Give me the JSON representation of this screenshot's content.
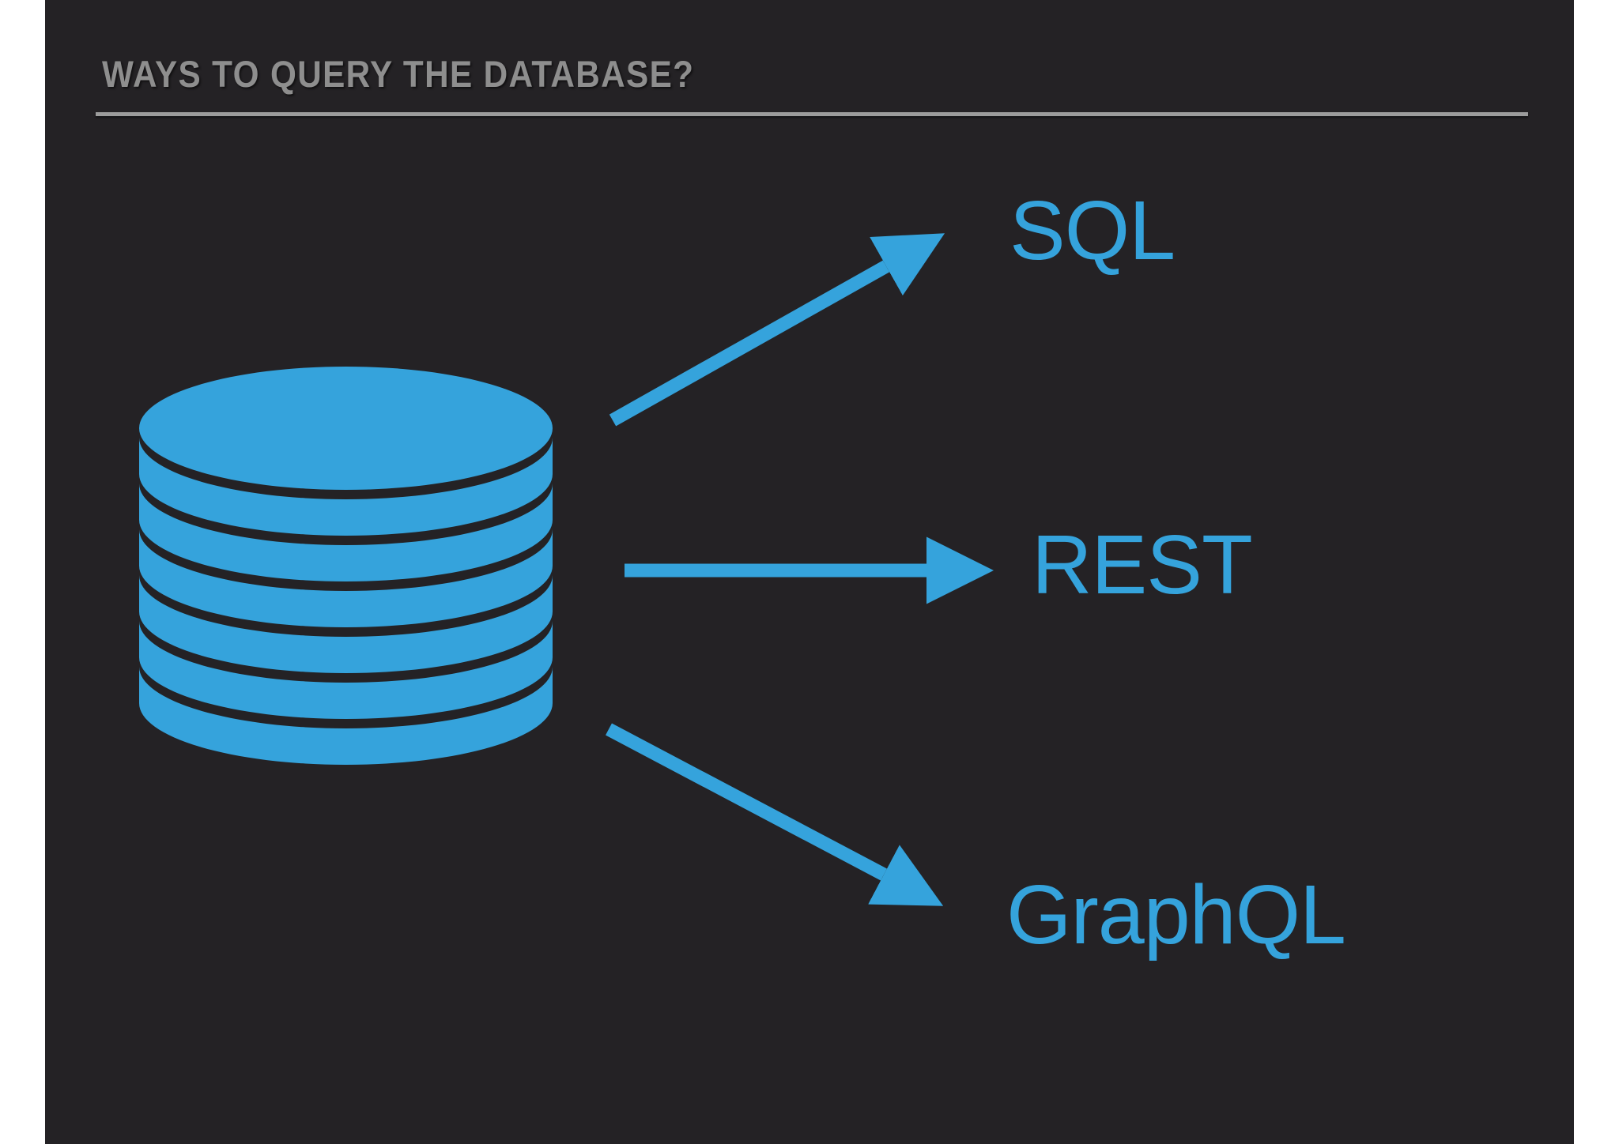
{
  "slide": {
    "title": "WAYS TO QUERY THE DATABASE?",
    "colors": {
      "page_margin": "#ffffff",
      "slide_background": "#242225",
      "accent_blue": "#35a3dc",
      "title_gray": "#8e8e8e",
      "rule_gray": "#9c9c9c"
    },
    "diagram": {
      "source": {
        "icon": "database-cylinder-icon",
        "meaning": "database"
      },
      "targets": [
        {
          "label": "SQL",
          "arrow_direction": "up-right"
        },
        {
          "label": "REST",
          "arrow_direction": "right"
        },
        {
          "label": "GraphQL",
          "arrow_direction": "down-right"
        }
      ]
    }
  }
}
